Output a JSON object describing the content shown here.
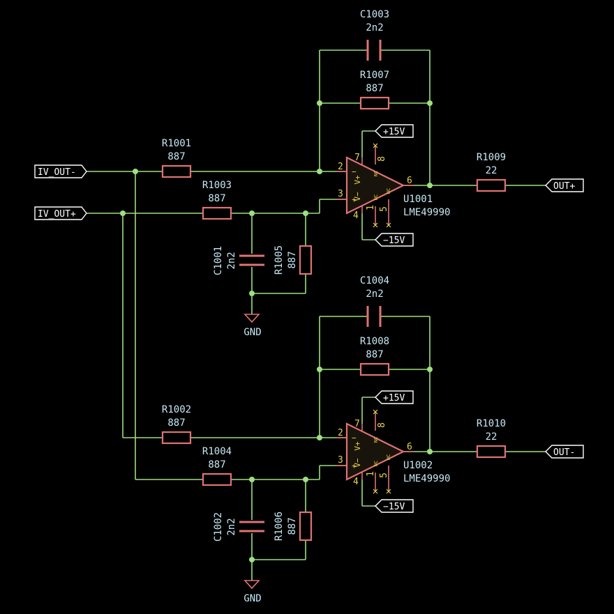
{
  "ports": {
    "iv_out_minus": "IV_OUT-",
    "iv_out_plus": "IV_OUT+",
    "out_plus": "OUT+",
    "out_minus": "OUT-",
    "pos_supply": "+15V",
    "neg_supply": "−15V"
  },
  "ground": {
    "label": "GND"
  },
  "opamps": [
    {
      "ref": "U1001",
      "value": "LME49990"
    },
    {
      "ref": "U1002",
      "value": "LME49990"
    }
  ],
  "opamp_pins": {
    "inv_in": "2",
    "noninv_in": "3",
    "output": "6",
    "vplus": "7",
    "vminus": "4",
    "nc_top": "8",
    "nc_bot1": "1",
    "nc_bot2": "5",
    "vplus_name": "V+",
    "vminus_name": "V−",
    "nc_name": "NC"
  },
  "resistors": {
    "R1001": {
      "ref": "R1001",
      "value": "887"
    },
    "R1002": {
      "ref": "R1002",
      "value": "887"
    },
    "R1003": {
      "ref": "R1003",
      "value": "887"
    },
    "R1004": {
      "ref": "R1004",
      "value": "887"
    },
    "R1005": {
      "ref": "R1005",
      "value": "887"
    },
    "R1006": {
      "ref": "R1006",
      "value": "887"
    },
    "R1007": {
      "ref": "R1007",
      "value": "887"
    },
    "R1008": {
      "ref": "R1008",
      "value": "887"
    },
    "R1009": {
      "ref": "R1009",
      "value": "22"
    },
    "R1010": {
      "ref": "R1010",
      "value": "22"
    }
  },
  "capacitors": {
    "C1001": {
      "ref": "C1001",
      "value": "2n2"
    },
    "C1002": {
      "ref": "C1002",
      "value": "2n2"
    },
    "C1003": {
      "ref": "C1003",
      "value": "2n2"
    },
    "C1004": {
      "ref": "C1004",
      "value": "2n2"
    }
  },
  "colors": {
    "background": "#000000",
    "wire": "#9de07f",
    "component": "#e07373",
    "label": "#c7e8f5",
    "pin": "#e8d44a",
    "port": "#ffffff"
  }
}
